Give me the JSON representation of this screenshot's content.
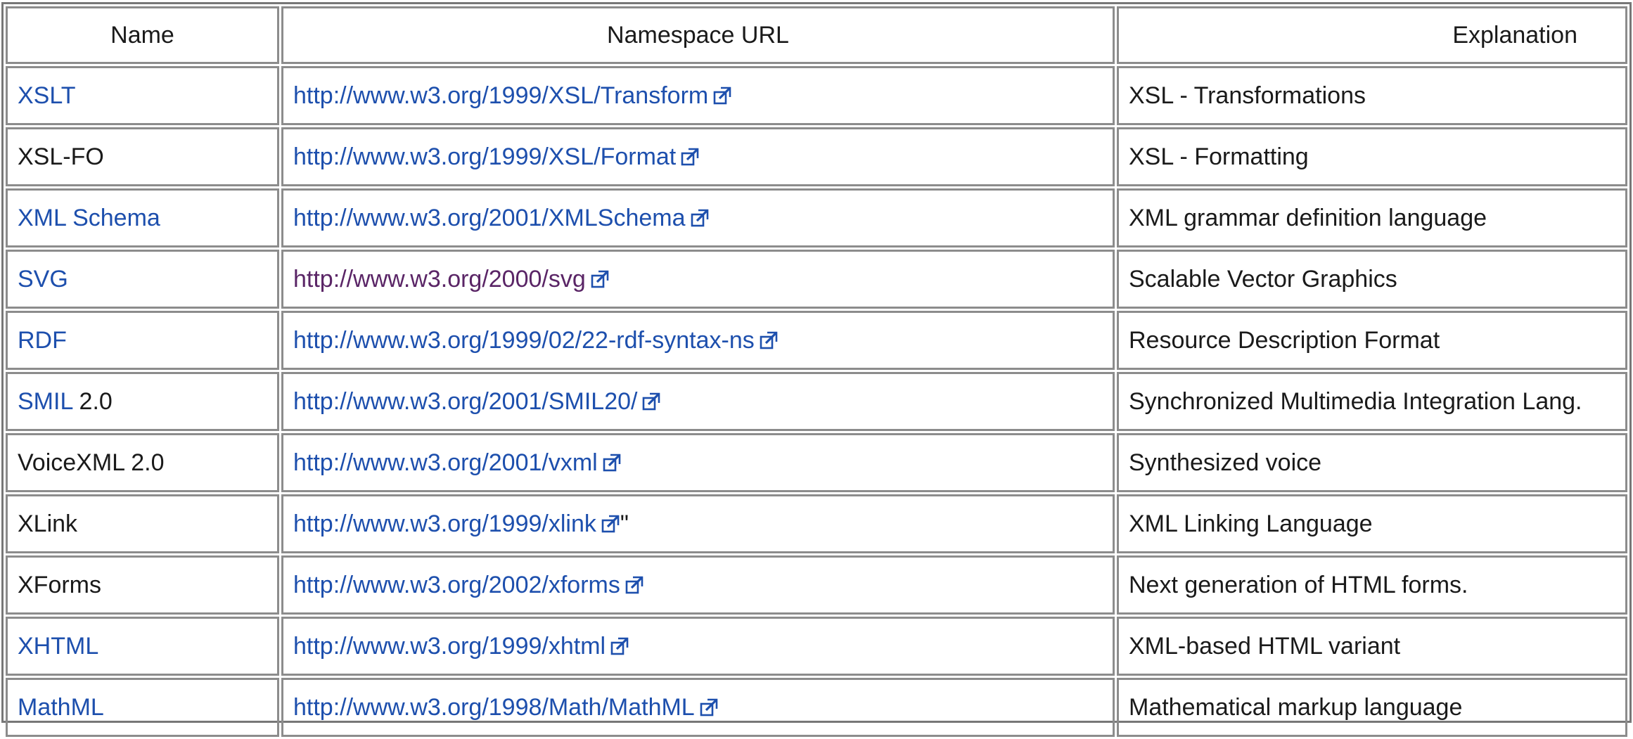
{
  "table": {
    "headers": [
      "Name",
      "Namespace URL",
      "Explanation"
    ],
    "rows": [
      {
        "name": "XSLT",
        "name_link": true,
        "name_suffix": "",
        "url": "http://www.w3.org/1999/XSL/Transform",
        "url_visited": false,
        "url_suffix": "",
        "explanation": "XSL - Transformations"
      },
      {
        "name": "XSL-FO",
        "name_link": false,
        "name_suffix": "",
        "url": "http://www.w3.org/1999/XSL/Format",
        "url_visited": false,
        "url_suffix": "",
        "explanation": "XSL - Formatting"
      },
      {
        "name": "XML Schema",
        "name_link": true,
        "name_suffix": "",
        "url": "http://www.w3.org/2001/XMLSchema",
        "url_visited": false,
        "url_suffix": "",
        "explanation": "XML grammar definition language"
      },
      {
        "name": "SVG",
        "name_link": true,
        "name_suffix": "",
        "url": "http://www.w3.org/2000/svg",
        "url_visited": true,
        "url_suffix": "",
        "explanation": "Scalable Vector Graphics"
      },
      {
        "name": "RDF",
        "name_link": true,
        "name_suffix": "",
        "url": "http://www.w3.org/1999/02/22-rdf-syntax-ns",
        "url_visited": false,
        "url_suffix": "",
        "explanation": "Resource Description Format"
      },
      {
        "name": "SMIL",
        "name_link": true,
        "name_suffix": " 2.0",
        "url": "http://www.w3.org/2001/SMIL20/",
        "url_visited": false,
        "url_suffix": "",
        "explanation": "Synchronized Multimedia Integration Lang."
      },
      {
        "name": "VoiceXML 2.0",
        "name_link": false,
        "name_suffix": "",
        "url": "http://www.w3.org/2001/vxml",
        "url_visited": false,
        "url_suffix": "",
        "explanation": "Synthesized voice"
      },
      {
        "name": "XLink",
        "name_link": false,
        "name_suffix": "",
        "url": "http://www.w3.org/1999/xlink",
        "url_visited": false,
        "url_suffix": "\"",
        "explanation": "XML Linking Language"
      },
      {
        "name": "XForms",
        "name_link": false,
        "name_suffix": "",
        "url": "http://www.w3.org/2002/xforms",
        "url_visited": false,
        "url_suffix": "",
        "explanation": "Next generation of HTML forms."
      },
      {
        "name": "XHTML",
        "name_link": true,
        "name_suffix": "",
        "url": "http://www.w3.org/1999/xhtml",
        "url_visited": false,
        "url_suffix": "",
        "explanation": "XML-based HTML variant"
      },
      {
        "name": "MathML",
        "name_link": true,
        "name_suffix": "",
        "url": "http://www.w3.org/1998/Math/MathML",
        "url_visited": false,
        "url_suffix": "",
        "explanation": "Mathematical markup language"
      }
    ]
  },
  "icons": {
    "external_link": "external-link-icon"
  },
  "colors": {
    "link": "#1d4fad",
    "visited_link": "#5a2566",
    "text": "#1a1a1a",
    "border": "#8c8c8c"
  }
}
